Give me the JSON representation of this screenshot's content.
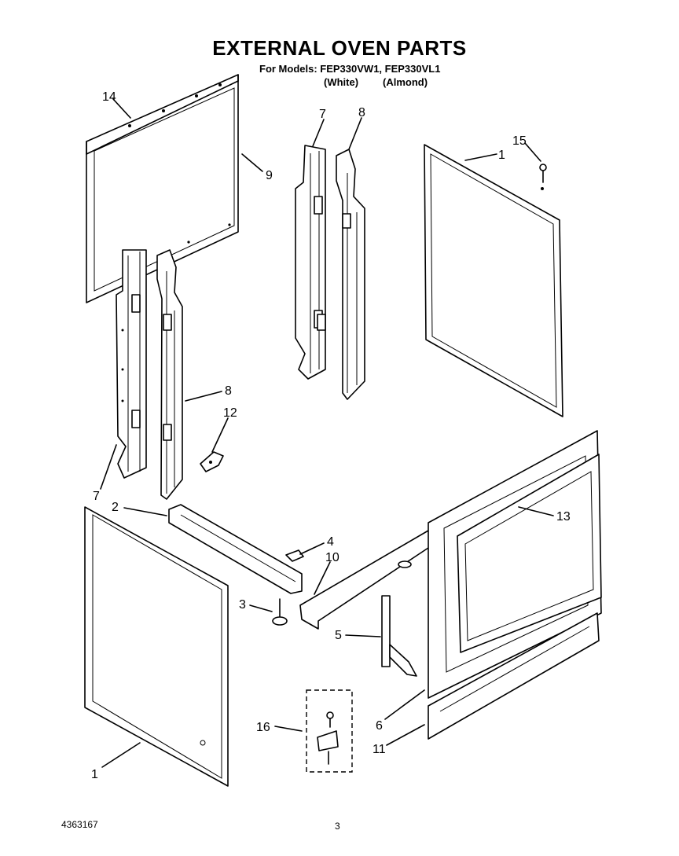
{
  "header": {
    "title": "EXTERNAL OVEN PARTS",
    "models": "For Models: FEP330VW1, FEP330VL1",
    "variant_white": "(White)",
    "variant_almond": "(Almond)"
  },
  "footer": {
    "doc_number": "4363167",
    "page_number": "3"
  },
  "callouts": {
    "c14": "14",
    "c9": "9",
    "c7_top": "7",
    "c8_top": "8",
    "c1_top": "1",
    "c15": "15",
    "c8_mid": "8",
    "c12": "12",
    "c7_left": "7",
    "c2": "2",
    "c13": "13",
    "c4": "4",
    "c10": "10",
    "c3": "3",
    "c5": "5",
    "c6": "6",
    "c16": "16",
    "c11": "11",
    "c1_bottom": "1"
  }
}
